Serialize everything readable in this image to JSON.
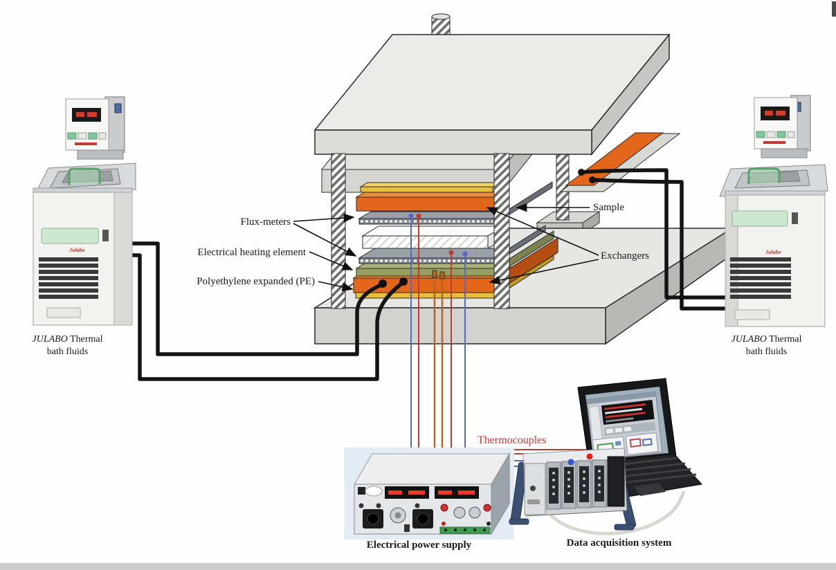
{
  "apparatus_labels": {
    "flux_meters": "Flux-meters",
    "electrical_heating_element": "Electrical heating element",
    "polyethylene_expanded": "Polyethylene expanded (PE)",
    "sample": "Sample",
    "exchangers": "Exchangers",
    "thermocouples": "Thermocouples"
  },
  "equipment_labels": {
    "power_supply": "Electrical power supply",
    "daq": "Data acquisition system",
    "julabo_brand": "JULABO",
    "julabo_line1_rest": " Thermal",
    "julabo_line2": "bath fluids",
    "julabo_logo": "Julabo"
  },
  "colors": {
    "exchanger_orange": "#e2661c",
    "flux_meter_gray": "#82878f",
    "heating_element_olive": "#999f63",
    "pe_yellow": "#e7bd3a",
    "thermocouple_red": "#c03a2e",
    "thermocouple_blue": "#4455bb",
    "bath_cable_black": "#141414",
    "plate_gray": "#d5d5d2"
  }
}
